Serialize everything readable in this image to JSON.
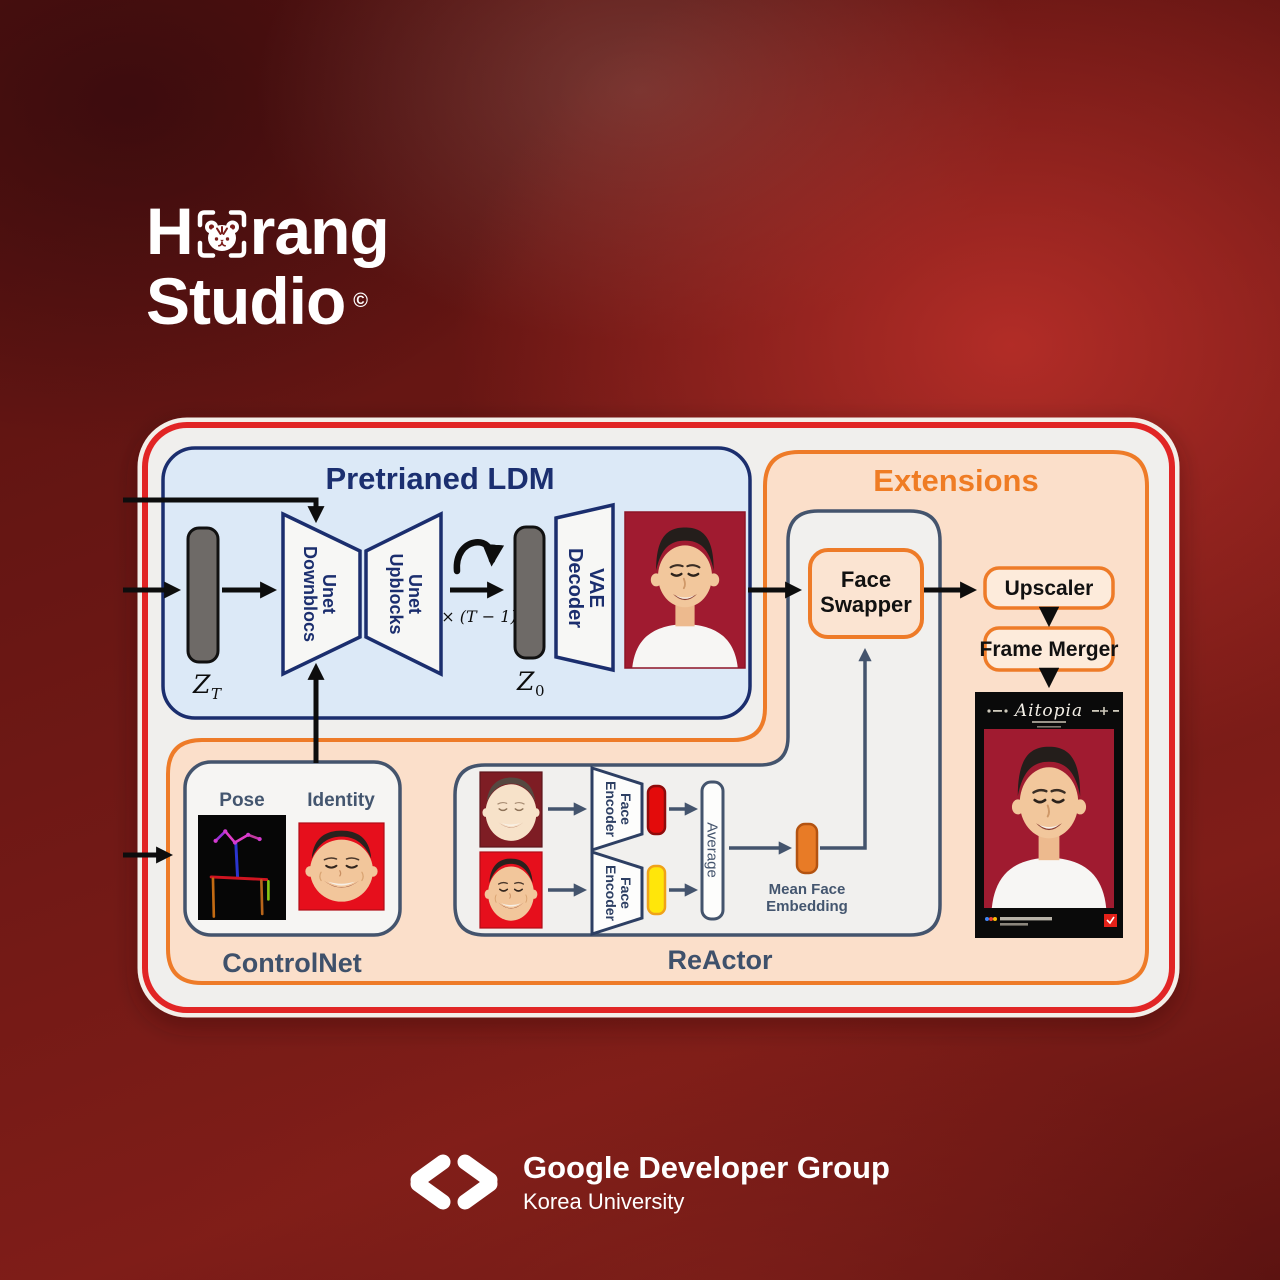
{
  "logo": {
    "word1_pre": "H",
    "word1_post": "rang",
    "word2": "Studio",
    "copyright": "©",
    "icon": "tiger-face-in-viewfinder"
  },
  "footer": {
    "org": "Google Developer Group",
    "sub": "Korea University",
    "icon": "gdg-chevrons"
  },
  "diagram": {
    "ldm": {
      "title": "Pretrianed LDM",
      "zt_base": "Z",
      "zt_sub": "T",
      "z0_base": "Z",
      "z0_sub": "0",
      "unet_down_line1": "Unet",
      "unet_down_line2": "Downblocs",
      "unet_up_line1": "Unet",
      "unet_up_line2": "Upblocks",
      "loop_label": "× (T − 1)",
      "vae_line1": "VAE",
      "vae_line2": "Decoder"
    },
    "extensions": {
      "title": "Extensions",
      "face_swapper_line1": "Face",
      "face_swapper_line2": "Swapper",
      "upscaler": "Upscaler",
      "frame_merger": "Frame Merger",
      "poster_title": "Aitopia"
    },
    "controlnet": {
      "label": "ControlNet",
      "pose": "Pose",
      "identity": "Identity"
    },
    "reactor": {
      "label": "ReActor",
      "encoder_line1": "Face",
      "encoder_line2": "Encoder",
      "average": "Average",
      "mean_line1": "Mean Face",
      "mean_line2": "Embedding"
    }
  },
  "colors": {
    "outer_border": "#e12525",
    "panel_fill": "#f0efed",
    "ldm_fill": "#dcE9f7",
    "navy": "#1b2e6e",
    "orange": "#ee7b28",
    "peach_fill": "#fbdfca",
    "slate": "#44546d",
    "latent_bar": "#6e6a67",
    "red_embed": "#e30b0b",
    "yellow_embed": "#ffe60a",
    "orange_embed": "#e87b26",
    "photo_bg_crimson": "#a01b30",
    "photo_bg_red": "#e60f1c"
  }
}
